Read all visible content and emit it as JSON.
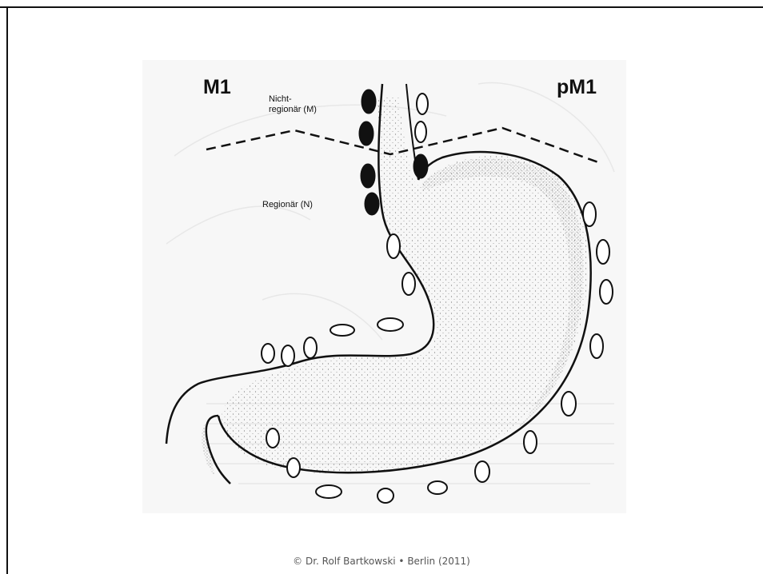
{
  "diagram": {
    "left_stage": "M1",
    "right_stage": "pM1",
    "label_nonregional_line1": "Nicht-",
    "label_nonregional_line2": "regionär (M)",
    "label_regional": "Regionär (N)"
  },
  "footer": {
    "copyright": "© Dr. Rolf Bartkowski • Berlin (2011)"
  },
  "colors": {
    "node_metastatic": "#111111",
    "node_regional": "#ffffff",
    "background_print": "#f7f7f7"
  }
}
